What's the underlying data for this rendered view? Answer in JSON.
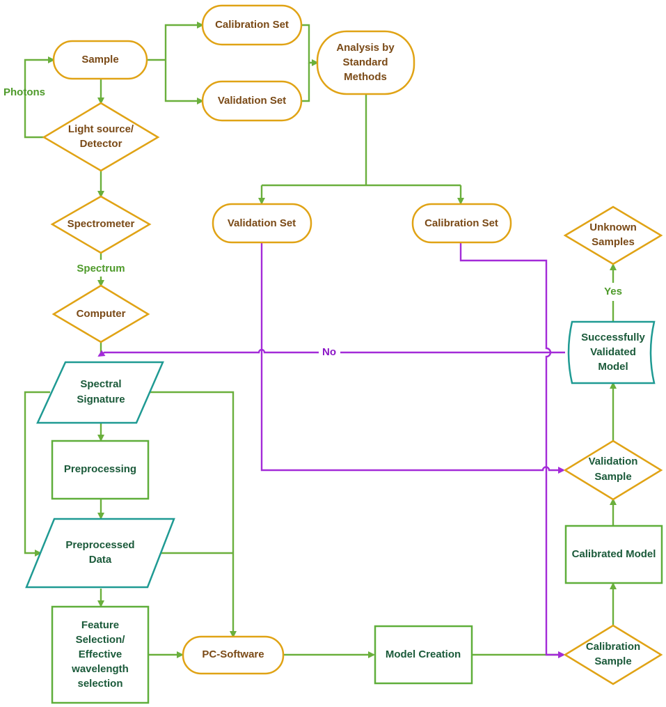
{
  "nodes": {
    "sample": "Sample",
    "calibration_set_top": "Calibration Set",
    "validation_set_top": "Validation Set",
    "analysis": [
      "Analysis by",
      "Standard",
      "Methods"
    ],
    "light_source": [
      "Light source/",
      "Detector"
    ],
    "spectrometer": "Spectrometer",
    "computer": "Computer",
    "validation_set_mid": "Validation Set",
    "calibration_set_mid": "Calibration Set",
    "unknown_samples": [
      "Unknown",
      "Samples"
    ],
    "successfully_validated": [
      "Successfully",
      "Validated",
      "Model"
    ],
    "spectral_signature": [
      "Spectral",
      "Signature"
    ],
    "preprocessing": "Preprocessing",
    "preprocessed_data": [
      "Preprocessed",
      "Data"
    ],
    "feature_selection": [
      "Feature",
      "Selection/",
      "Effective",
      "wavelength",
      "selection"
    ],
    "pc_software": "PC-Software",
    "model_creation": "Model Creation",
    "validation_sample": [
      "Validation",
      "Sample"
    ],
    "calibrated_model": "Calibrated Model",
    "calibration_sample": [
      "Calibration",
      "Sample"
    ]
  },
  "edge_labels": {
    "photons": "Photons",
    "spectrum": "Spectrum",
    "yes": "Yes",
    "no": "No"
  },
  "colors": {
    "terminal_stroke": "#e0a315",
    "process_stroke": "#5fae3a",
    "data_stroke": "#1f9a93",
    "flow_green": "#6aaf3c",
    "flow_purple": "#a32bd8"
  }
}
